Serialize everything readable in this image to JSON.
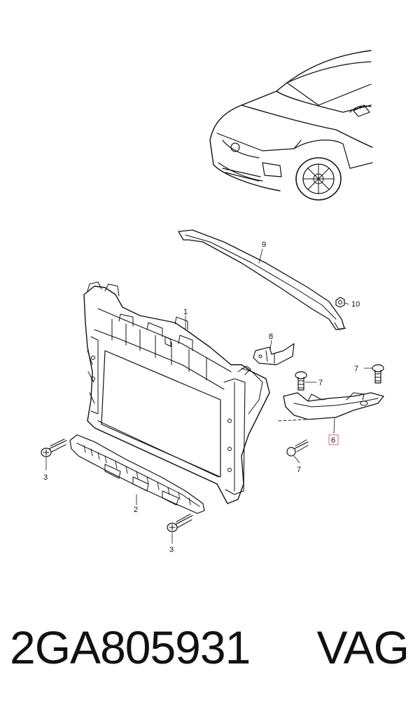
{
  "callouts": {
    "c1": "1",
    "c2": "2",
    "c3a": "3",
    "c3b": "3",
    "c6": "6",
    "c7a": "7",
    "c7b": "7",
    "c7c": "7",
    "c8": "8",
    "c9": "9",
    "c10": "10"
  },
  "footer": {
    "part_number": "2GA805931",
    "brand": "VAG"
  },
  "colors": {
    "line": "#111111",
    "highlight": "#e06a6a"
  }
}
